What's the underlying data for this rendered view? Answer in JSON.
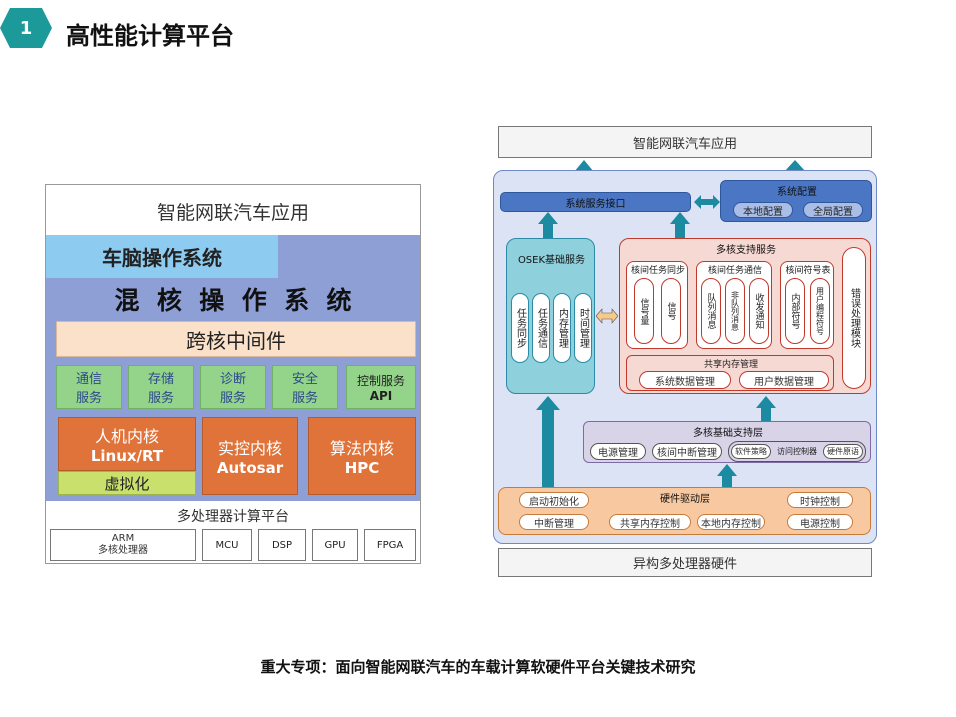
{
  "header": {
    "badge": "1",
    "title": "高性能计算平台"
  },
  "left": {
    "app_title": "智能网联汽车应用",
    "brain_os": "车脑操作系统",
    "mixed_kernel_os": "混  核  操  作  系  统",
    "cross_core_middleware": "跨核中间件",
    "services": [
      {
        "line1": "通信",
        "line2": "服务"
      },
      {
        "line1": "存储",
        "line2": "服务"
      },
      {
        "line1": "诊断",
        "line2": "服务"
      },
      {
        "line1": "安全",
        "line2": "服务"
      },
      {
        "line1": "控制服务",
        "line2": "API"
      }
    ],
    "kernels": [
      {
        "line1": "人机内核",
        "line2": "Linux/RT"
      },
      {
        "line1": "实控内核",
        "line2": "Autosar"
      },
      {
        "line1": "算法内核",
        "line2": "HPC"
      }
    ],
    "virtualization": "虚拟化",
    "multi_proc_platform": "多处理器计算平台",
    "hardware": [
      {
        "line1": "ARM",
        "line2": "多核处理器"
      },
      {
        "line1": "MCU"
      },
      {
        "line1": "DSP"
      },
      {
        "line1": "GPU"
      },
      {
        "line1": "FPGA"
      }
    ]
  },
  "right": {
    "app_title": "智能网联汽车应用",
    "sys_service_interface": "系统服务接口",
    "sys_config": "系统配置",
    "local_config": "本地配置",
    "global_config": "全局配置",
    "osek_title": "OSEK基础服务",
    "osek_items": [
      "任务同步",
      "任务通信",
      "内存管理",
      "时间管理"
    ],
    "multicore_title": "多核支持服务",
    "sync_title": "核间任务同步",
    "sync_items": [
      "信号量",
      "信号"
    ],
    "comm_title": "核间任务通信",
    "comm_items": [
      "队列消息",
      "非队列消息",
      "收发通知"
    ],
    "symtab_title": "核间符号表",
    "symtab_items": [
      "内部符号",
      "用户编程符号"
    ],
    "error_module": "错误处理模块",
    "shared_mem_title": "共享内存管理",
    "sys_data_mgmt": "系统数据管理",
    "user_data_mgmt": "用户数据管理",
    "base_layer_title": "多核基础支持层",
    "base_items": [
      "电源管理",
      "核间中断管理"
    ],
    "base_subgroup": [
      "软件策略",
      "访问控制器",
      "硬件原语"
    ],
    "driver_title": "硬件驱动层",
    "driver_items": [
      "启动初始化",
      "中断管理",
      "共享内存控制",
      "本地内存控制",
      "时钟控制",
      "电源控制"
    ],
    "hetero_hw": "异构多处理器硬件"
  },
  "footer": {
    "caption": "重大专项：面向智能网联汽车的车载计算软硬件平台关键技术研究"
  }
}
